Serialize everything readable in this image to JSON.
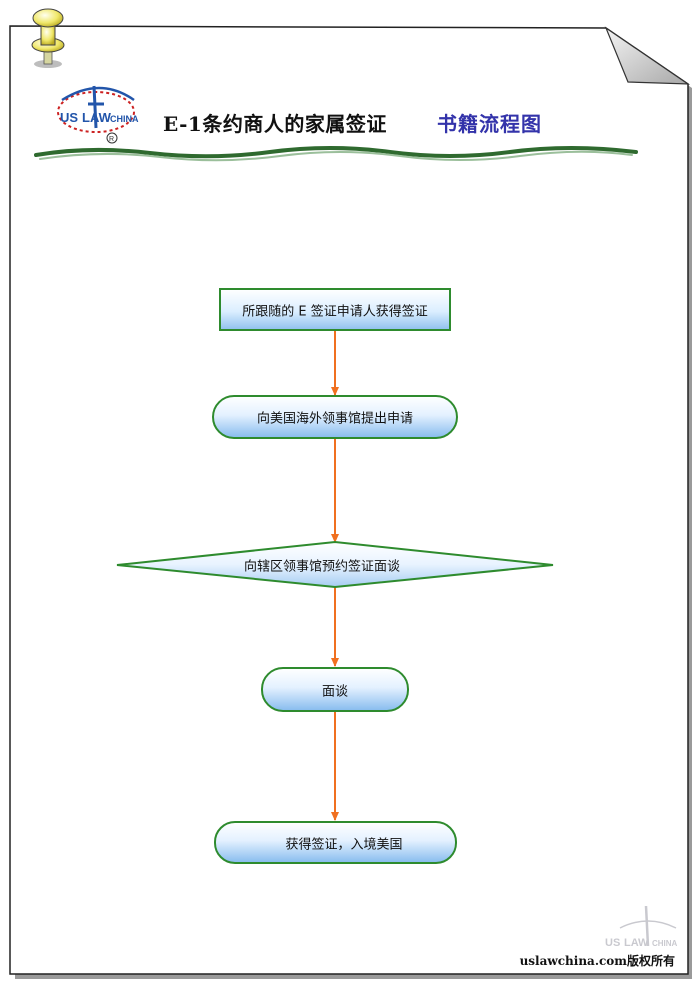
{
  "header": {
    "title": "E-1条约商人的家属签证",
    "subtitle": "书籍流程图",
    "logo_text": "USLAWCHINA"
  },
  "flowchart": {
    "nodes": [
      {
        "id": "n1",
        "shape": "rect",
        "label": "所跟随的 E 签证申请人获得签证"
      },
      {
        "id": "n2",
        "shape": "rounded",
        "label": "向美国海外领事馆提出申请"
      },
      {
        "id": "n3",
        "shape": "diamond",
        "label": "向辖区领事馆预约签证面谈"
      },
      {
        "id": "n4",
        "shape": "rounded",
        "label": "面谈"
      },
      {
        "id": "n5",
        "shape": "rounded",
        "label": "获得签证，入境美国"
      }
    ],
    "edges": [
      {
        "from": "n1",
        "to": "n2"
      },
      {
        "from": "n2",
        "to": "n3"
      },
      {
        "from": "n3",
        "to": "n4"
      },
      {
        "from": "n4",
        "to": "n5"
      }
    ]
  },
  "footer": {
    "copyright": "uslawchina.com版权所有"
  },
  "colors": {
    "node_border": "#2e8b2e",
    "node_fill_light": "#ffffff",
    "node_fill_blue": "#9cc8f0",
    "arrow": "#f07020",
    "title_accent": "#3333aa",
    "logo_blue": "#2255aa",
    "logo_red": "#cc2222"
  }
}
